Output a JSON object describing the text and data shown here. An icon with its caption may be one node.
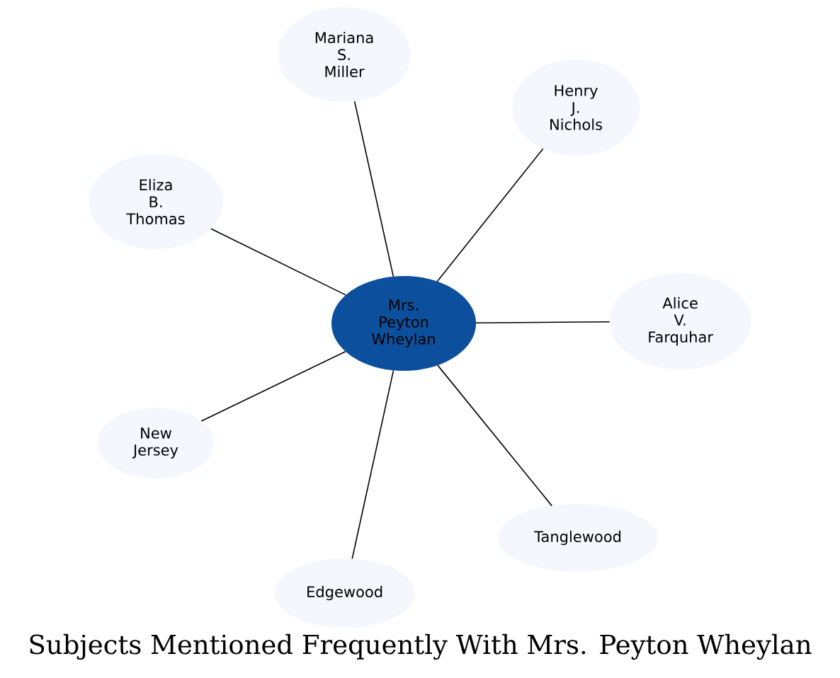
{
  "diagram": {
    "caption": "Subjects Mentioned Frequently With Mrs. Peyton Wheylan",
    "nodes": [
      {
        "text": [
          "Mrs. Peyton Wheylan"
        ]
      },
      {
        "text": [
          "Mariana S. Miller"
        ]
      },
      {
        "text": [
          "Henry J. Nichols"
        ]
      },
      {
        "text": [
          "Eliza B. Thomas"
        ]
      },
      {
        "text": [
          "Alice V. Farquhar"
        ]
      },
      {
        "text": [
          "New Jersey"
        ]
      },
      {
        "text": [
          "Tanglewood"
        ]
      },
      {
        "text": [
          "Edgewood"
        ]
      }
    ],
    "edges": [
      {
        "from": 0,
        "to": 1,
        "arrow": "none"
      },
      {
        "from": 0,
        "to": 2,
        "arrow": "none"
      },
      {
        "from": 0,
        "to": 3,
        "arrow": "none"
      },
      {
        "from": 0,
        "to": 4,
        "arrow": "none"
      },
      {
        "from": 0,
        "to": 5,
        "arrow": "none"
      },
      {
        "from": 0,
        "to": 6,
        "arrow": "none"
      },
      {
        "from": 0,
        "to": 7,
        "arrow": "none"
      }
    ]
  }
}
